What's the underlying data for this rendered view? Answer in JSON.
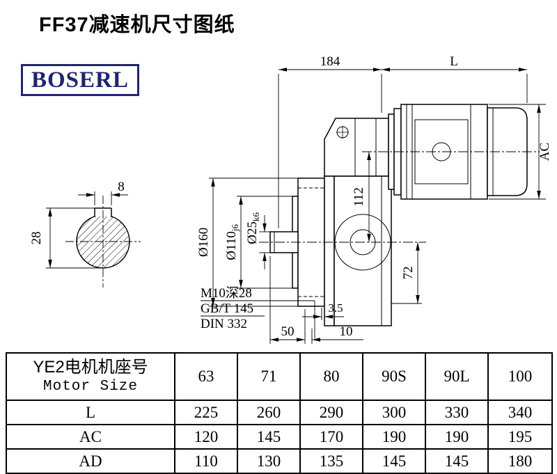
{
  "title": "FF37减速机尺寸图纸",
  "logo": "BOSERL",
  "drawing": {
    "dim_184": "184",
    "dim_L": "L",
    "dim_AC": "AC",
    "dim_8": "8",
    "dim_28": "28",
    "dim_112": "112",
    "dim_72": "72",
    "dim_d160": "Ø160",
    "dim_d110": "Ø110",
    "dim_d110_tol": "j6",
    "dim_d25": "Ø25",
    "dim_d25_tol": "k6",
    "dim_3_5": "3.5",
    "dim_50": "50",
    "dim_10": "10",
    "note_tap": "M10深28",
    "note_gb": "GB/T 145",
    "note_din": "DIN 332"
  },
  "table": {
    "header": {
      "cn": "YE2电机机座号",
      "en": "Motor Size"
    },
    "sizes": [
      "63",
      "71",
      "80",
      "90S",
      "90L",
      "100"
    ],
    "rows": [
      {
        "label": "L",
        "values": [
          "225",
          "260",
          "290",
          "300",
          "330",
          "340"
        ]
      },
      {
        "label": "AC",
        "values": [
          "120",
          "145",
          "170",
          "190",
          "190",
          "195"
        ]
      },
      {
        "label": "AD",
        "values": [
          "110",
          "130",
          "135",
          "145",
          "145",
          "180"
        ]
      }
    ]
  }
}
